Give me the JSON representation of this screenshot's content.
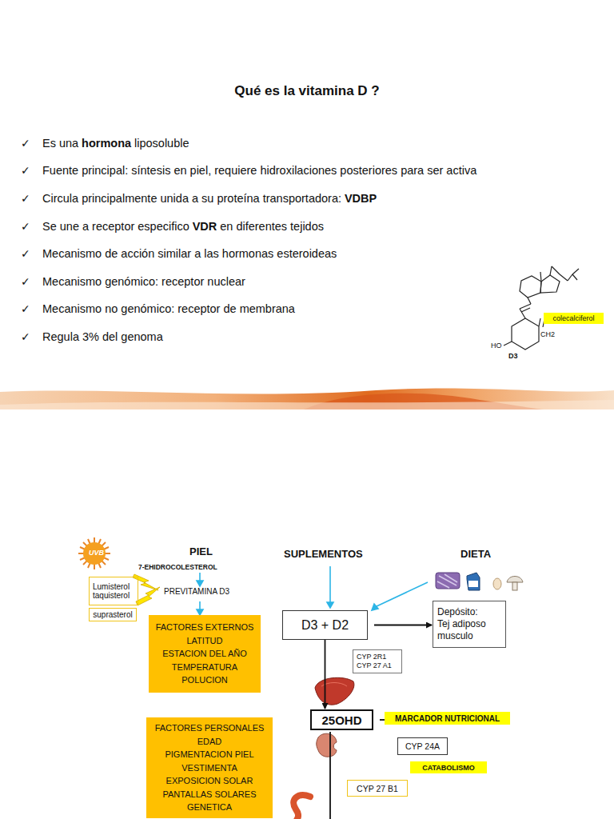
{
  "diagram": {
    "title": "Qué es la vitamina D ?",
    "nodes": [
      {
        "text": [
          "colecalciferol"
        ]
      },
      {
        "text": [
          "Lumisterol taquisterol"
        ]
      },
      {
        "text": [
          "suprasterol"
        ]
      },
      {
        "text": [
          "FACTORES EXTERNOS",
          "LATITUD",
          "ESTACION DEL AÑO",
          "TEMPERATURA",
          "POLUCION"
        ]
      },
      {
        "text": [
          "FACTORES PERSONALES",
          "EDAD",
          "PIGMENTACION PIEL",
          "VESTIMENTA",
          "EXPOSICION SOLAR",
          "PANTALLAS SOLARES",
          "GENETICA"
        ]
      },
      {
        "text": [
          "D3 + D2"
        ]
      },
      {
        "text": [
          "Depósito:",
          "Tej adiposo",
          "musculo"
        ]
      },
      {
        "text": [
          "CYP 2R1",
          "CYP 27 A1"
        ]
      },
      {
        "text": [
          "25OHD"
        ]
      },
      {
        "text": [
          "MARCADOR NUTRICIONAL"
        ]
      },
      {
        "text": [
          "CYP 24A"
        ]
      },
      {
        "text": [
          "CATABOLISMO"
        ]
      },
      {
        "text": [
          "CYP 27 B1"
        ]
      }
    ],
    "edges": [
      {
        "from": 5,
        "to": 6,
        "arrow": "to"
      },
      {
        "from": 5,
        "to": 8,
        "arrow": "to"
      },
      {
        "from": 8,
        "to": 10,
        "arrow": "to"
      }
    ],
    "labels": [
      "✓",
      "Es una",
      "hormona",
      "liposoluble",
      "✓",
      "Fuente principal: síntesis en piel, requiere hidroxilaciones posteriores para ser activa",
      "✓",
      "Circula principalmente unida  a su proteína transportadora:",
      "VDBP",
      "✓",
      "Se une a receptor especifico",
      "VDR",
      "en diferentes tejidos",
      "✓",
      "Mecanismo de acción similar a las hormonas esteroideas",
      "✓",
      "Mecanismo genómico: receptor nuclear",
      "✓",
      "Mecanismo no genómico: receptor de membrana",
      "✓",
      "Regula 3% del genoma",
      "CH2",
      "HO",
      "D3",
      "UVB",
      "PIEL",
      "7-EHIDROCOLESTEROL",
      "PREVITAMINA D3",
      "SUPLEMENTOS",
      "DIETA"
    ]
  }
}
